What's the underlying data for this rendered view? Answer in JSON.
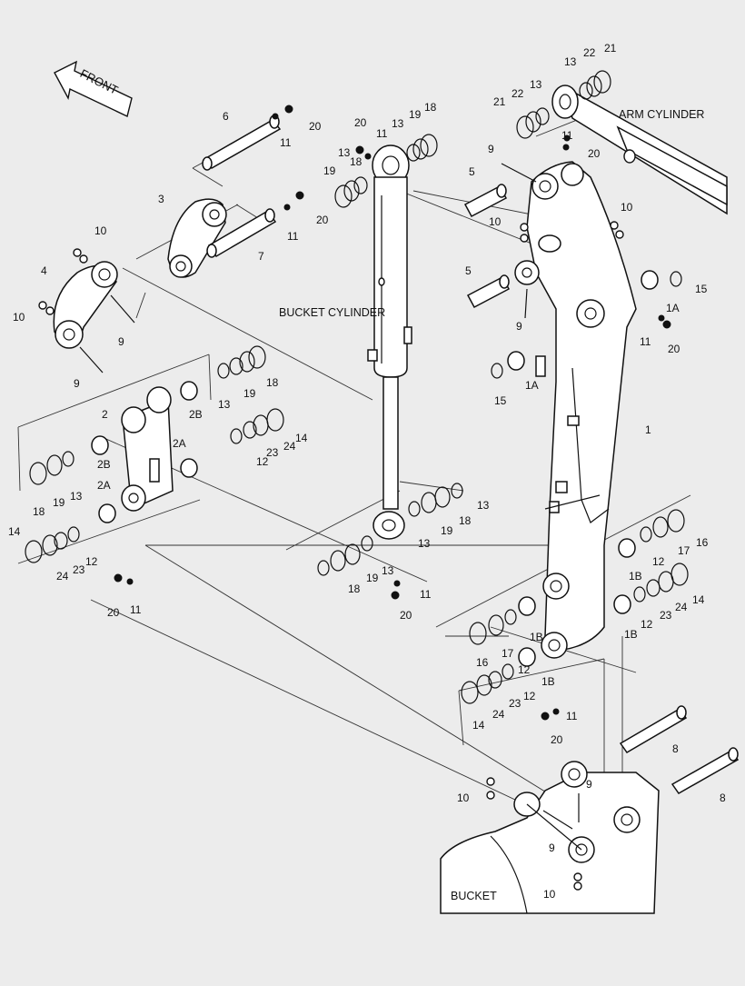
{
  "diagram": {
    "direction_label": "FRONT",
    "component_labels": {
      "arm_cylinder": "ARM CYLINDER",
      "bucket_cylinder": "BUCKET CYLINDER",
      "bucket": "BUCKET"
    },
    "callouts": [
      {
        "id": "c1",
        "text": "21"
      },
      {
        "id": "c2",
        "text": "22"
      },
      {
        "id": "c3",
        "text": "13"
      },
      {
        "id": "c4",
        "text": "21"
      },
      {
        "id": "c5",
        "text": "22"
      },
      {
        "id": "c6",
        "text": "13"
      },
      {
        "id": "c7",
        "text": "11"
      },
      {
        "id": "c8",
        "text": "20"
      },
      {
        "id": "c9",
        "text": "6"
      },
      {
        "id": "c10",
        "text": "20"
      },
      {
        "id": "c11",
        "text": "11"
      },
      {
        "id": "c12",
        "text": "20"
      },
      {
        "id": "c13",
        "text": "11"
      },
      {
        "id": "c14",
        "text": "19"
      },
      {
        "id": "c15",
        "text": "18"
      },
      {
        "id": "c16",
        "text": "13"
      },
      {
        "id": "c17",
        "text": "13"
      },
      {
        "id": "c18",
        "text": "19"
      },
      {
        "id": "c19",
        "text": "18"
      },
      {
        "id": "c20",
        "text": "9"
      },
      {
        "id": "c21",
        "text": "5"
      },
      {
        "id": "c22",
        "text": "10"
      },
      {
        "id": "c23",
        "text": "10"
      },
      {
        "id": "c24",
        "text": "3"
      },
      {
        "id": "c25",
        "text": "20"
      },
      {
        "id": "c26",
        "text": "11"
      },
      {
        "id": "c27",
        "text": "7"
      },
      {
        "id": "c28",
        "text": "10"
      },
      {
        "id": "c29",
        "text": "4"
      },
      {
        "id": "c30",
        "text": "5"
      },
      {
        "id": "c31",
        "text": "15"
      },
      {
        "id": "c32",
        "text": "10"
      },
      {
        "id": "c33",
        "text": "1A"
      },
      {
        "id": "c34",
        "text": "9"
      },
      {
        "id": "c35",
        "text": "11"
      },
      {
        "id": "c36",
        "text": "20"
      },
      {
        "id": "c37",
        "text": "9"
      },
      {
        "id": "c38",
        "text": "9"
      },
      {
        "id": "c39",
        "text": "18"
      },
      {
        "id": "c40",
        "text": "19"
      },
      {
        "id": "c41",
        "text": "13"
      },
      {
        "id": "c42",
        "text": "15"
      },
      {
        "id": "c43",
        "text": "1A"
      },
      {
        "id": "c44",
        "text": "2"
      },
      {
        "id": "c45",
        "text": "2B"
      },
      {
        "id": "c46",
        "text": "14"
      },
      {
        "id": "c47",
        "text": "24"
      },
      {
        "id": "c48",
        "text": "23"
      },
      {
        "id": "c49",
        "text": "12"
      },
      {
        "id": "c50",
        "text": "1"
      },
      {
        "id": "c51",
        "text": "2B"
      },
      {
        "id": "c52",
        "text": "2A"
      },
      {
        "id": "c53",
        "text": "13"
      },
      {
        "id": "c54",
        "text": "19"
      },
      {
        "id": "c55",
        "text": "18"
      },
      {
        "id": "c56",
        "text": "2A"
      },
      {
        "id": "c57",
        "text": "14"
      },
      {
        "id": "c58",
        "text": "24"
      },
      {
        "id": "c59",
        "text": "23"
      },
      {
        "id": "c60",
        "text": "12"
      },
      {
        "id": "c61",
        "text": "13"
      },
      {
        "id": "c62",
        "text": "19"
      },
      {
        "id": "c63",
        "text": "18"
      },
      {
        "id": "c64",
        "text": "13"
      },
      {
        "id": "c65",
        "text": "18"
      },
      {
        "id": "c66",
        "text": "19"
      },
      {
        "id": "c67",
        "text": "13"
      },
      {
        "id": "c68",
        "text": "11"
      },
      {
        "id": "c69",
        "text": "20"
      },
      {
        "id": "c70",
        "text": "20"
      },
      {
        "id": "c71",
        "text": "11"
      },
      {
        "id": "c72",
        "text": "16"
      },
      {
        "id": "c73",
        "text": "17"
      },
      {
        "id": "c74",
        "text": "12"
      },
      {
        "id": "c75",
        "text": "1B"
      },
      {
        "id": "c76",
        "text": "14"
      },
      {
        "id": "c77",
        "text": "24"
      },
      {
        "id": "c78",
        "text": "23"
      },
      {
        "id": "c79",
        "text": "12"
      },
      {
        "id": "c80",
        "text": "1B"
      },
      {
        "id": "c81",
        "text": "16"
      },
      {
        "id": "c82",
        "text": "17"
      },
      {
        "id": "c83",
        "text": "12"
      },
      {
        "id": "c84",
        "text": "1B"
      },
      {
        "id": "c85",
        "text": "1B"
      },
      {
        "id": "c86",
        "text": "14"
      },
      {
        "id": "c87",
        "text": "24"
      },
      {
        "id": "c88",
        "text": "23"
      },
      {
        "id": "c89",
        "text": "12"
      },
      {
        "id": "c90",
        "text": "11"
      },
      {
        "id": "c91",
        "text": "20"
      },
      {
        "id": "c92",
        "text": "8"
      },
      {
        "id": "c93",
        "text": "8"
      },
      {
        "id": "c94",
        "text": "9"
      },
      {
        "id": "c95",
        "text": "10"
      },
      {
        "id": "c96",
        "text": "9"
      },
      {
        "id": "c97",
        "text": "10"
      }
    ]
  }
}
